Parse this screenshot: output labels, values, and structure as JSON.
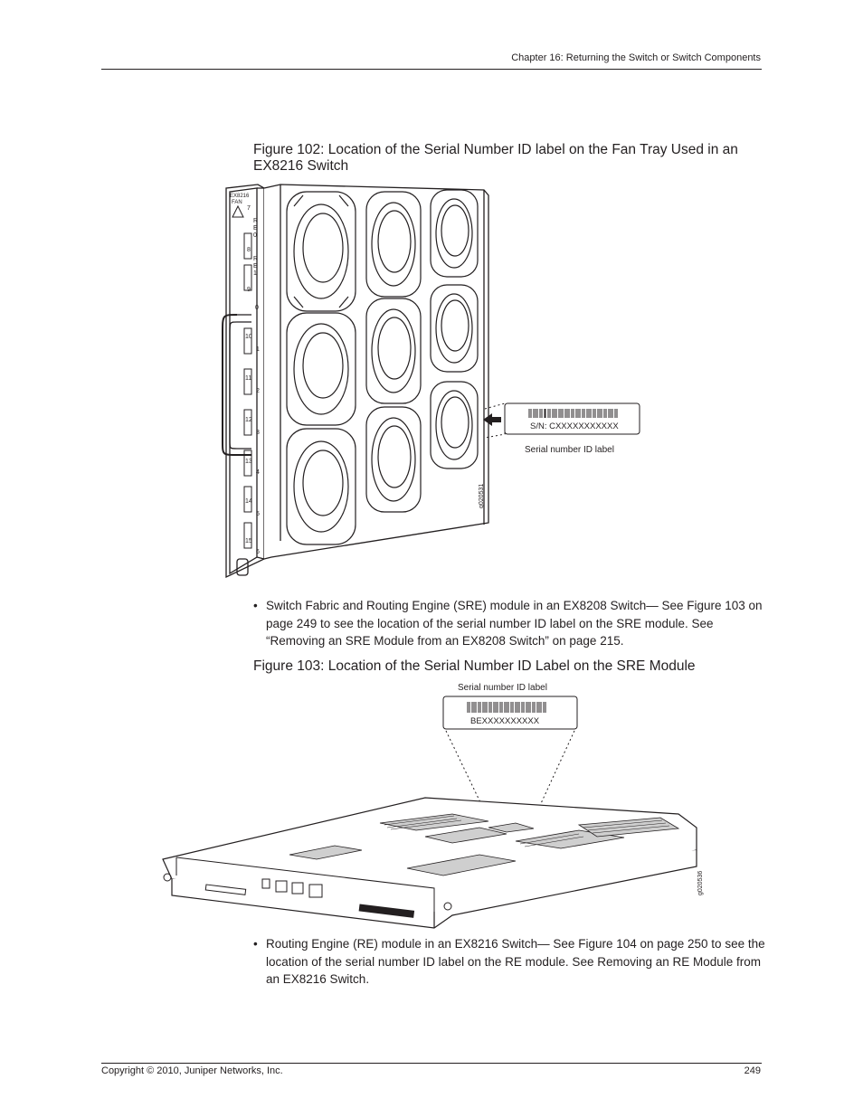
{
  "header": {
    "chapter": "Chapter 16: Returning the Switch or Switch Components"
  },
  "figure102": {
    "caption": "Figure 102: Location of the Serial Number ID label on the Fan Tray Used in an EX8216 Switch",
    "label_serial": "S/N: CXXXXXXXXXXX",
    "label_caption": "Serial number ID label",
    "graphic_id": "g020531",
    "panel_text": [
      "EX8216",
      "FAN"
    ],
    "slot_numbers_left": [
      "7",
      "8",
      "9",
      "10",
      "11",
      "12",
      "13",
      "14",
      "15"
    ],
    "slot_numbers_right": [
      "0",
      "1",
      "2",
      "3",
      "4",
      "5",
      "6"
    ],
    "re_labels": [
      "R",
      "E",
      "0",
      "R",
      "E",
      "1"
    ]
  },
  "bullets": {
    "sre": "Switch Fabric and Routing Engine (SRE) module in an EX8208 Switch— See Figure 103 on page 249 to see the location of the serial number ID label on the SRE module. See “Removing an SRE Module from an EX8208 Switch” on page 215.",
    "re": "Routing Engine (RE) module in an EX8216 Switch— See Figure 104 on page 250 to see the location of the serial number ID label on the RE module. See Removing an RE Module from an EX8216 Switch."
  },
  "figure103": {
    "caption": "Figure 103: Location of the Serial Number ID Label on the SRE Module",
    "label_caption": "Serial number ID label",
    "label_serial": "BEXXXXXXXXXX",
    "graphic_id": "g020536"
  },
  "footer": {
    "copyright": "Copyright © 2010, Juniper Networks, Inc.",
    "page_number": "249"
  }
}
